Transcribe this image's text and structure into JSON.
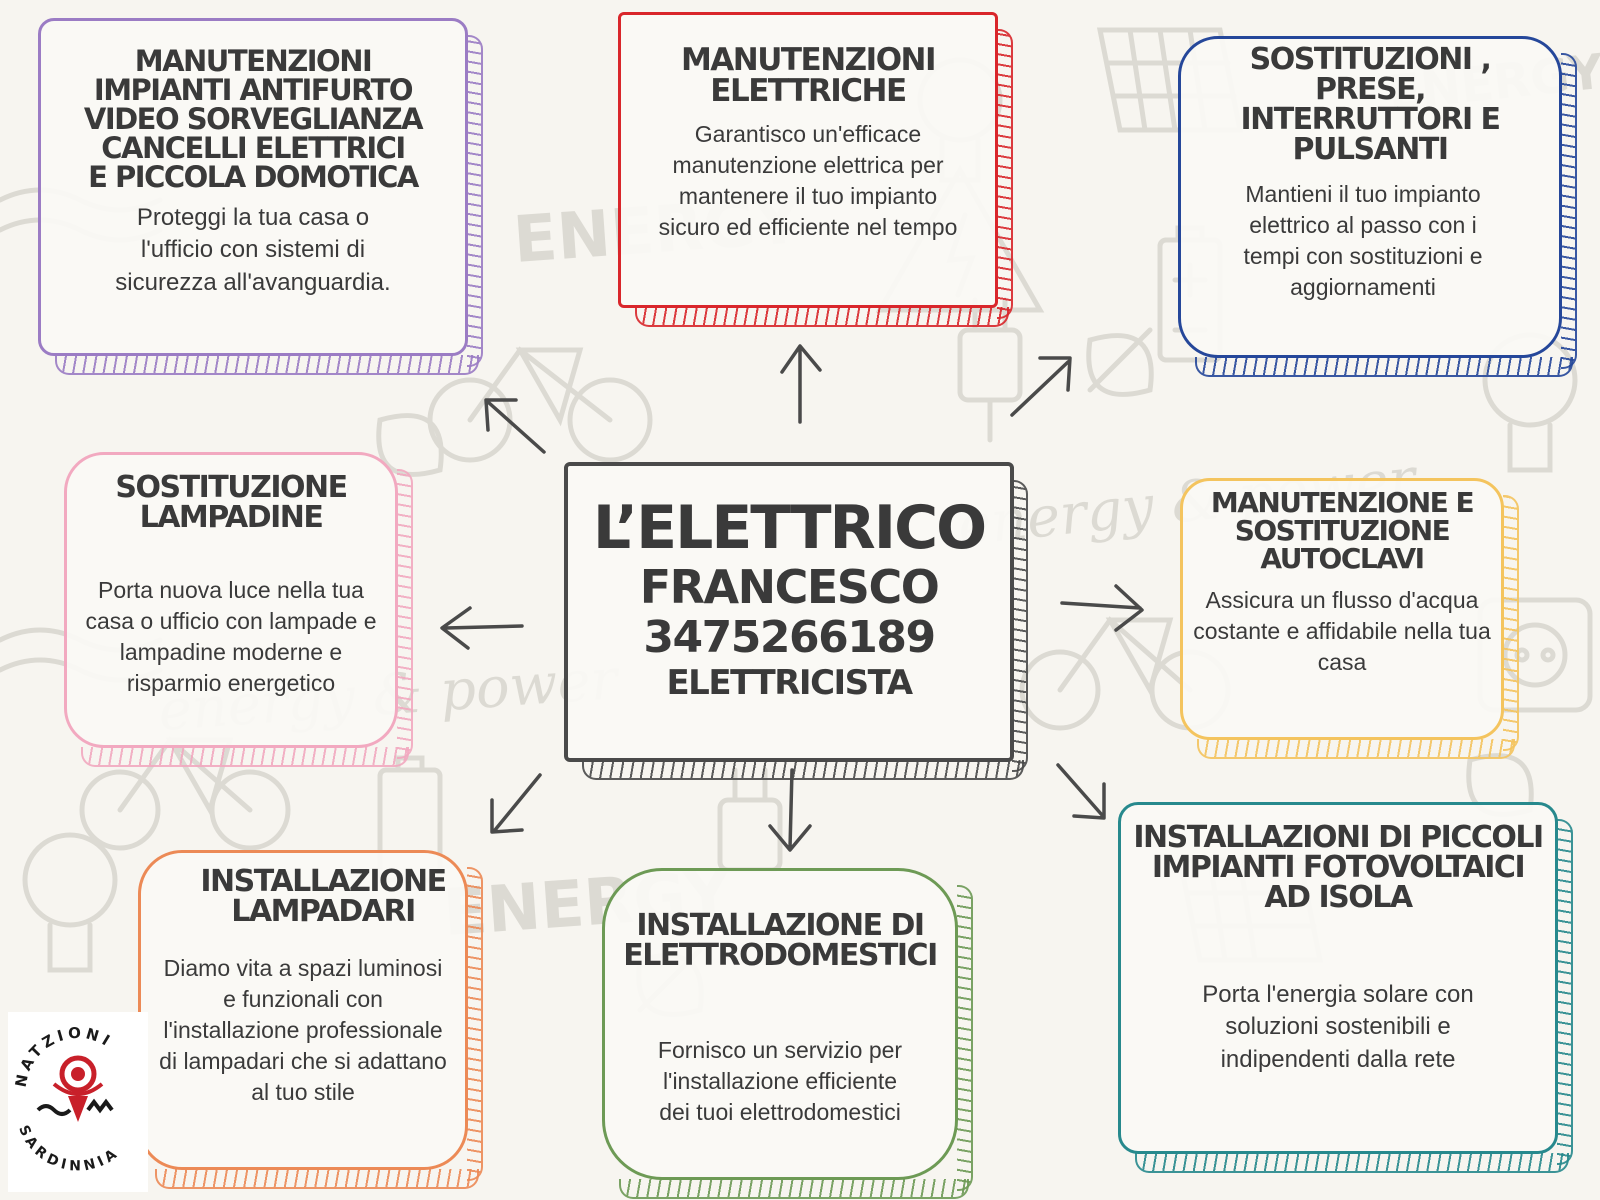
{
  "center": {
    "title": "L’ELETTRICO",
    "name": "FRANCESCO",
    "phone": "3475266189",
    "role": "ELETTRICISTA"
  },
  "boxes": {
    "antifurto": {
      "title_lines": [
        "MANUTENZIONI",
        "IMPIANTI ANTIFURTO",
        "VIDEO SORVEGLIANZA",
        "CANCELLI ELETTRICI",
        "E PICCOLA DOMOTICA"
      ],
      "description": "Proteggi la tua casa o l'ufficio con sistemi di sicurezza all'avanguardia.",
      "color": "#9b7cc4"
    },
    "elettriche": {
      "title_lines": [
        "MANUTENZIONI",
        "ELETTRICHE"
      ],
      "description": "Garantisco un'efficace manutenzione elettrica per mantenere il tuo impianto sicuro ed efficiente nel tempo",
      "color": "#d9262b"
    },
    "sostituzioni": {
      "title_lines": [
        "SOSTITUZIONI ,",
        "PRESE,",
        "INTERRUTTORI E",
        "PULSANTI"
      ],
      "description": "Mantieni il tuo impianto elettrico al passo con i tempi con sostituzioni e aggiornamenti",
      "color": "#25479a"
    },
    "lampadine": {
      "title_lines": [
        "SOSTITUZIONE",
        "LAMPADINE"
      ],
      "description": "Porta nuova luce nella tua casa o ufficio con lampade e lampadine moderne e risparmio energetico",
      "color": "#f2a9c0"
    },
    "autoclavi": {
      "title_lines": [
        "MANUTENZIONE E",
        "SOSTITUZIONE",
        "AUTOCLAVI"
      ],
      "description": "Assicura un flusso d'acqua costante e affidabile nella tua casa",
      "color": "#f4c45e"
    },
    "lampadari": {
      "title_lines": [
        "INSTALLAZIONE",
        "LAMPADARI"
      ],
      "description": "Diamo vita a spazi luminosi e funzionali con l'installazione professionale di lampadari che si adattano al tuo stile",
      "color": "#ec8a56"
    },
    "elettrodomestici": {
      "title_lines": [
        "INSTALLAZIONE DI",
        "ELETTRODOMESTICI"
      ],
      "description": "Fornisco un servizio per l'installazione efficiente dei tuoi elettrodomestici",
      "color": "#6d9a55"
    },
    "fotovoltaici": {
      "title_lines": [
        "INSTALLAZIONI DI PICCOLI",
        "IMPIANTI FOTOVOLTAICI",
        "AD ISOLA"
      ],
      "description": "Porta l'energia solare con soluzioni sostenibili e indipendenti dalla rete",
      "color": "#27898d"
    }
  },
  "logo": {
    "text_top": "NATZIONI",
    "text_bottom": "SARDINNIA",
    "color": "#c8202a"
  },
  "icons": [
    "energy-doodle-background",
    "bicycle-icon",
    "lightbulb-icon",
    "plug-icon",
    "leaf-icon",
    "battery-icon",
    "solar-panel-icon",
    "socket-icon"
  ]
}
